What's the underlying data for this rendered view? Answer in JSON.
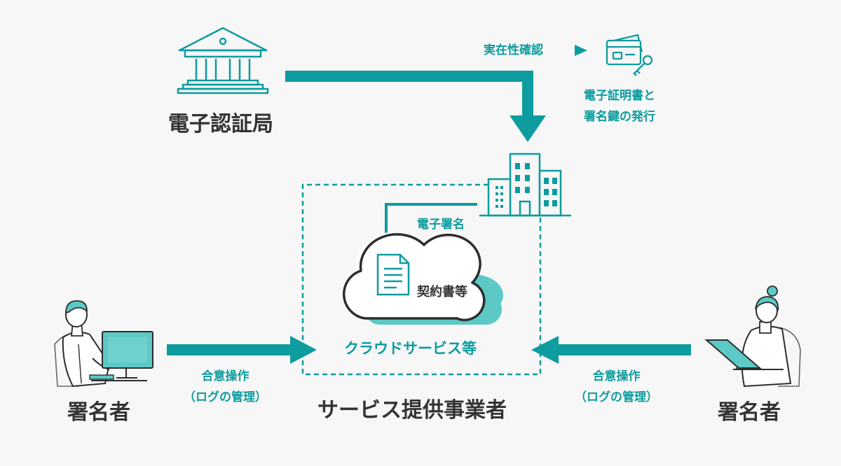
{
  "nodes": {
    "ca": {
      "label": "電子認証局"
    },
    "provider": {
      "label": "サービス提供事業者"
    },
    "cloud": {
      "label": "クラウドサービス等"
    },
    "document": {
      "label": "契約書等"
    },
    "signer_left": {
      "label": "署名者"
    },
    "signer_right": {
      "label": "署名者"
    }
  },
  "edges": {
    "identity_check": {
      "label": "実在性確認"
    },
    "issuance": {
      "line1": "電子証明書と",
      "line2": "署名鍵の発行"
    },
    "digital_signature": {
      "label": "電子署名"
    },
    "left_operation": {
      "line1": "合意操作",
      "line2": "（ログの管理）"
    },
    "right_operation": {
      "line1": "合意操作",
      "line2": "（ログの管理）"
    }
  },
  "colors": {
    "accent": "#0d9c9f",
    "accent_light": "#5cc9c6",
    "text": "#333333",
    "background": "#f7f7f7"
  },
  "icons": [
    "bank-icon",
    "certificate-key-icon",
    "building-icon",
    "cloud-icon",
    "document-icon",
    "man-computer-icon",
    "woman-laptop-icon"
  ]
}
